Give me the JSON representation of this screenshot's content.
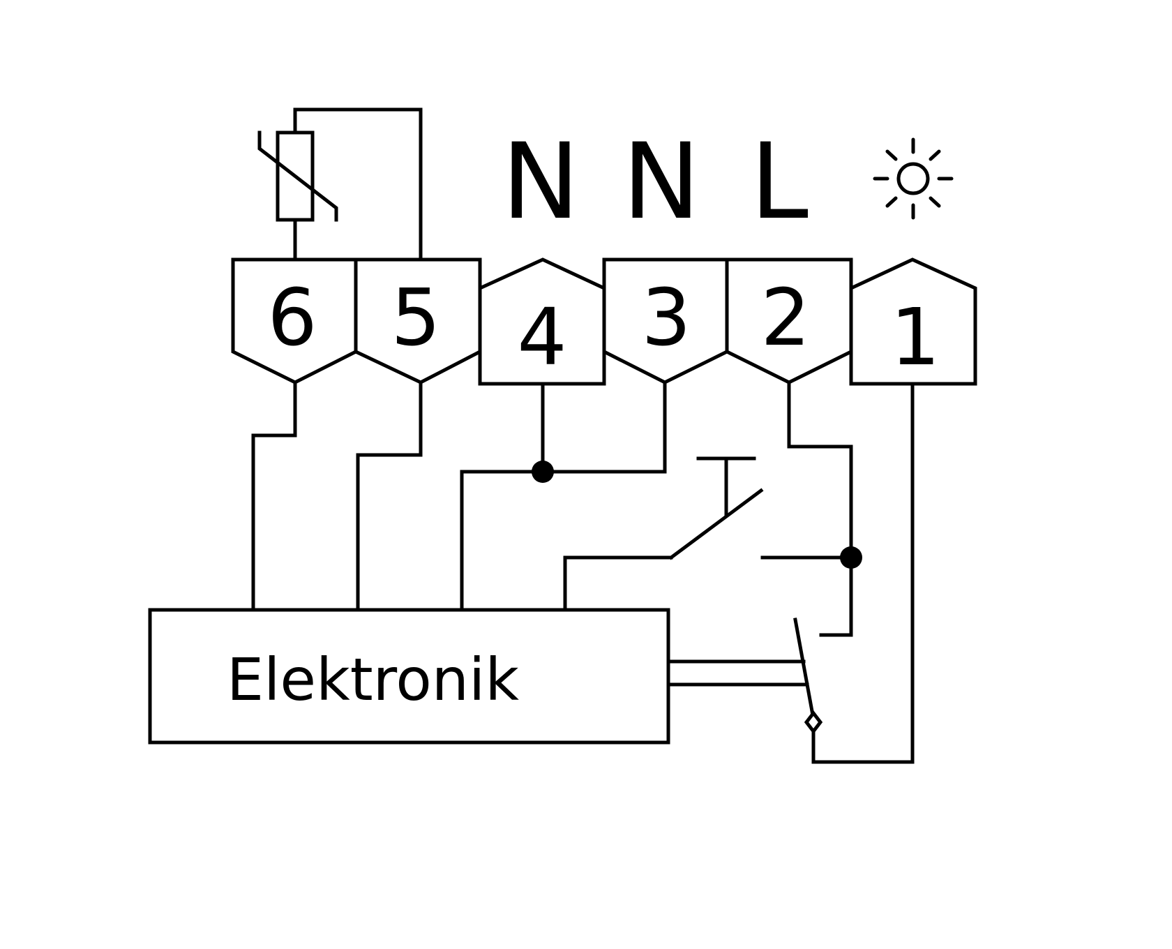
{
  "terminals": [
    {
      "number": "6"
    },
    {
      "number": "5"
    },
    {
      "number": "4"
    },
    {
      "number": "3"
    },
    {
      "number": "2"
    },
    {
      "number": "1"
    }
  ],
  "top_labels": {
    "t4": "N",
    "t3": "N",
    "t2": "L"
  },
  "electronics_label": "Elektronik",
  "icons": {
    "sensor": "thermistor-icon",
    "light": "sun-icon",
    "push_button": "push-button-switch-icon",
    "relay": "relay-contact-icon"
  },
  "colors": {
    "stroke": "#000000",
    "background": "#ffffff"
  }
}
